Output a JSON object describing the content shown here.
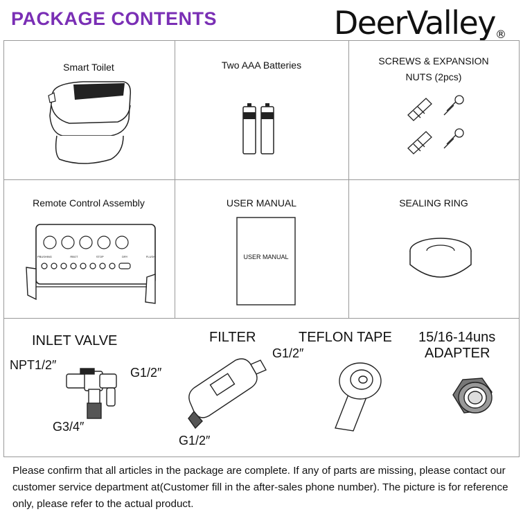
{
  "header": {
    "title": "PACKAGE CONTENTS",
    "brand": "DeerValley",
    "brand_mark": "®"
  },
  "items": {
    "smart_toilet": "Smart Toilet",
    "batteries": "Two AAA  Batteries",
    "screws_line1": "SCREWS & EXPANSION",
    "screws_line2": "NUTS (2pcs)",
    "remote": "Remote Control Assembly",
    "manual": "USER MANUAL",
    "manual_cover": "USER MANUAL",
    "sealing_ring": "SEALING RING",
    "inlet_valve": "INLET VALVE",
    "filter": "FILTER",
    "teflon_tape": "TEFLON TAPE",
    "adapter_line1": "15/16-14uns",
    "adapter_line2": "ADAPTER"
  },
  "fittings": {
    "npt": "NPT1/2″",
    "valve_g12": "G1/2″",
    "valve_g34": "G3/4″",
    "filter_top": "G1/2″",
    "filter_bottom": "G1/2″"
  },
  "remote_labels": [
    "PBUSHING",
    "RBOT",
    "STOP",
    "DRY",
    "FLUSH"
  ],
  "footer": {
    "text": "Please confirm that all articles in the package are complete. If any of parts are missing, please contact our customer service department at(Customer fill in the after-sales phone number). The picture is for reference only, please refer to the actual product."
  }
}
